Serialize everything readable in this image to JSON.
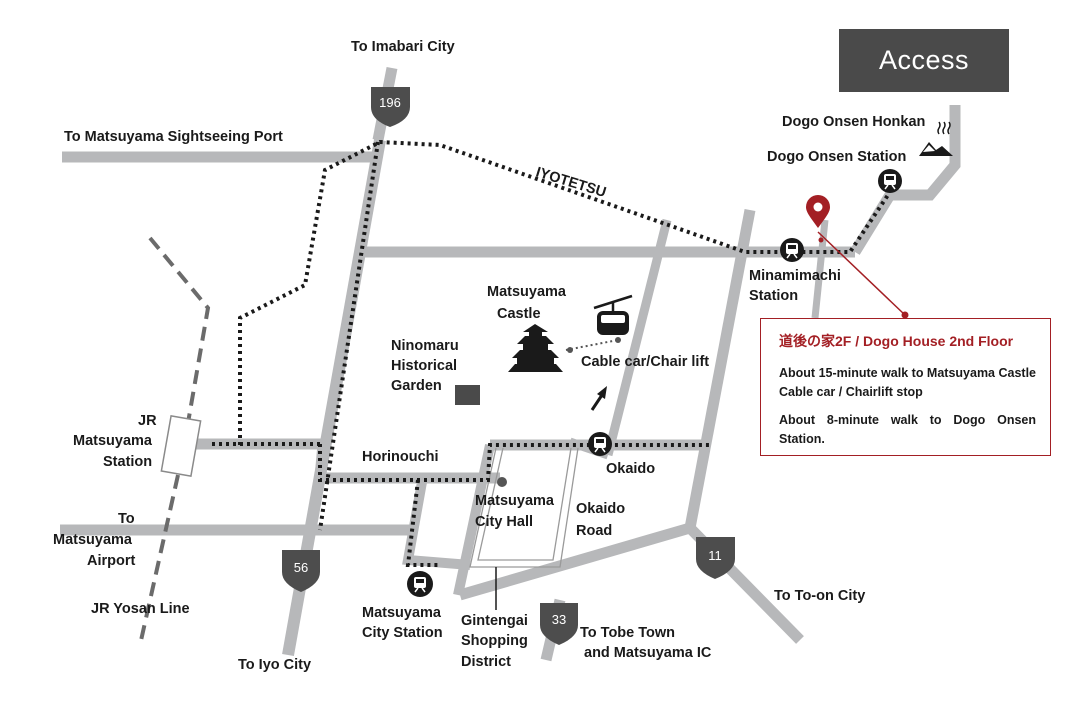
{
  "header": {
    "title": "Access"
  },
  "places": {
    "to_imabari": "To Imabari City",
    "to_sightseeing_port": "To Matsuyama Sightseeing Port",
    "dogo_onsen_honkan": "Dogo Onsen Honkan",
    "dogo_onsen_station": "Dogo Onsen Station",
    "iyotetsu": "IYOTETSU",
    "minamimachi_1": "Minamimachi",
    "minamimachi_2": "Station",
    "castle_1": "Matsuyama",
    "castle_2": "Castle",
    "ninomaru_1": "Ninomaru",
    "ninomaru_2": "Historical",
    "ninomaru_3": "Garden",
    "cable_car": "Cable car/Chair lift",
    "jr_station_1": "JR",
    "jr_station_2": "Matsuyama",
    "jr_station_3": "Station",
    "horinouchi": "Horinouchi",
    "okaido": "Okaido",
    "city_hall_1": "Matsuyama",
    "city_hall_2": "City Hall",
    "okaido_road_1": "Okaido",
    "okaido_road_2": "Road",
    "to_airport_1": "To",
    "to_airport_2": "Matsuyama",
    "to_airport_3": "Airport",
    "jr_yosan": "JR Yosan Line",
    "city_station_1": "Matsuyama",
    "city_station_2": "City Station",
    "gintengai_1": "Gintengai",
    "gintengai_2": "Shopping",
    "gintengai_3": "District",
    "to_iyo": "To Iyo City",
    "to_tobe_1": "To Tobe Town",
    "to_tobe_2": "and Matsuyama IC",
    "to_toon": "To To-on City"
  },
  "routes": {
    "r196": "196",
    "r56": "56",
    "r33": "33",
    "r11": "11"
  },
  "info": {
    "title": "道後の家2F / Dogo House 2nd Floor",
    "line1": "About 15-minute walk to Matsuyama Castle Cable car / Chairlift stop",
    "line2": "About 8-minute walk to Dogo Onsen Station."
  },
  "colors": {
    "road": "#b7b8ba",
    "accent": "#a31f24",
    "dark": "#1a1a1a",
    "header_bg": "#4a4a4a"
  },
  "icons": [
    "tram-station-icon",
    "castle-icon",
    "cable-car-icon",
    "onsen-icon",
    "location-pin-icon",
    "route-shield-icon",
    "garden-marker-icon"
  ]
}
